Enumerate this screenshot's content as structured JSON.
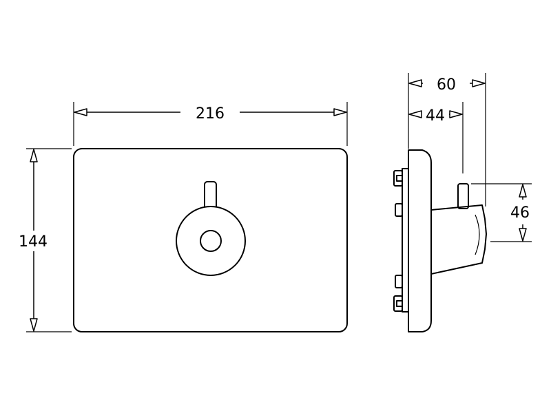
{
  "dimensions": {
    "front_width": "216",
    "front_height": "144",
    "side_total_depth": "60",
    "side_plate_depth": "44",
    "side_handle_height": "46"
  }
}
